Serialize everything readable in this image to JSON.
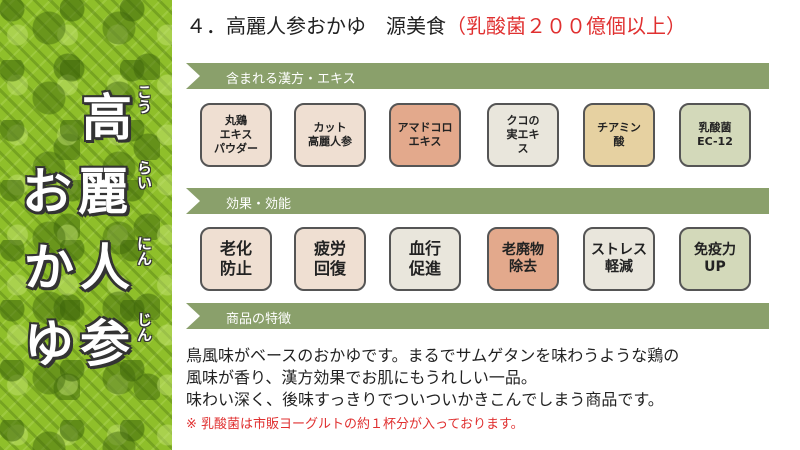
{
  "vertical_title": {
    "chars": [
      "高",
      "お",
      "麗",
      "か",
      "人",
      "ゆ",
      "参"
    ],
    "readings": [
      "こう",
      "らい",
      "にん",
      "じん"
    ]
  },
  "title": {
    "main": "４．高麗人参おかゆ　源美食",
    "note": "（乳酸菌２００億個以上）"
  },
  "sections": {
    "ingredients": {
      "label": "含まれる漢方・エキス",
      "items": [
        {
          "text": "丸鶏\nエキス\nパウダー",
          "color": "#efdfd2"
        },
        {
          "text": "カット\n高麗人参",
          "color": "#efdfd2"
        },
        {
          "text": "アマドコロ\nエキス",
          "color": "#e3a98c"
        },
        {
          "text": "クコの\n実エキ\nス",
          "color": "#e9e6dc"
        },
        {
          "text": "チアミン\n酸",
          "color": "#e6d1a1"
        },
        {
          "text": "乳酸菌\nEC-12",
          "color": "#d3d9ba"
        }
      ]
    },
    "effects": {
      "label": "効果・効能",
      "items": [
        {
          "text": "老化\n防止",
          "color": "#efdfd2"
        },
        {
          "text": "疲労\n回復",
          "color": "#efdfd2"
        },
        {
          "text": "血行\n促進",
          "color": "#e9e6dc"
        },
        {
          "text": "老廃物\n除去",
          "color": "#e3a98c"
        },
        {
          "text": "ストレス\n軽減",
          "color": "#e9e6dc"
        },
        {
          "text": "免疫力\nUP",
          "color": "#d3d9ba"
        }
      ]
    },
    "features": {
      "label": "商品の特徴",
      "lines": [
        "鳥風味がベースのおかゆです。まるでサムゲタンを味わうような鶏の",
        "風味が香り、漢方効果でお肌にもうれしい一品。",
        "味わい深く、後味すっきりでついついかきこんでしまう商品です。"
      ],
      "note": "※ 乳酸菌は市販ヨーグルトの約１杯分が入っております。"
    }
  }
}
